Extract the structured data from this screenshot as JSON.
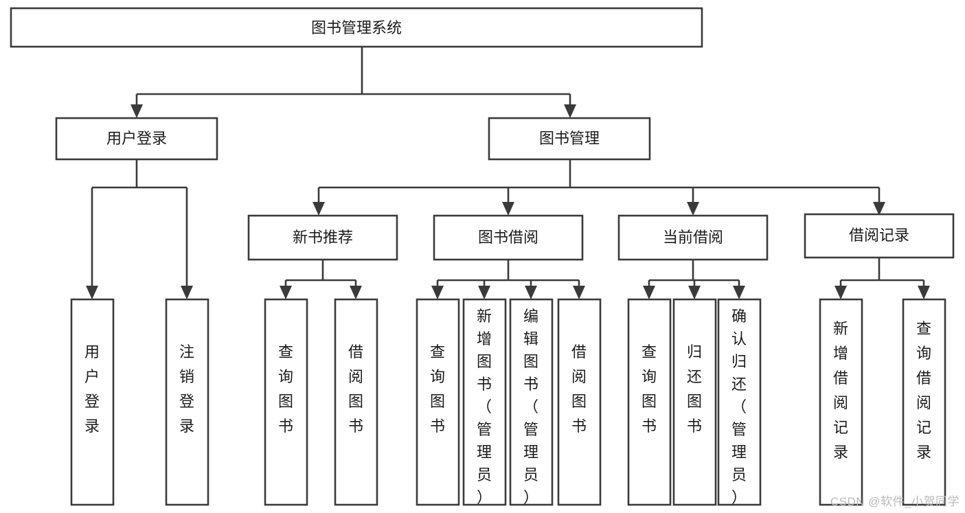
{
  "diagram": {
    "type": "tree-hierarchy",
    "title": "图书管理系统",
    "watermark": "CSDN @软件_小贺同学",
    "colors": {
      "stroke": "#3a3a3a",
      "fill": "#ffffff",
      "text": "#1b1b1b",
      "watermark": "#b9b9b9"
    },
    "levels": {
      "level1": [
        {
          "id": "root",
          "label": "图书管理系统"
        }
      ],
      "level2": [
        {
          "id": "user-login",
          "label": "用户登录",
          "parent": "root"
        },
        {
          "id": "book-manage",
          "label": "图书管理",
          "parent": "root"
        }
      ],
      "level3": [
        {
          "id": "new-book-rec",
          "label": "新书推荐",
          "parent": "book-manage"
        },
        {
          "id": "book-borrow",
          "label": "图书借阅",
          "parent": "book-manage"
        },
        {
          "id": "current-borrow",
          "label": "当前借阅",
          "parent": "book-manage"
        },
        {
          "id": "borrow-record",
          "label": "借阅记录",
          "parent": "book-manage"
        }
      ],
      "leaves": [
        {
          "id": "leaf-user-login",
          "label": "用户登录",
          "parent": "user-login"
        },
        {
          "id": "leaf-user-logout",
          "label": "注销登录",
          "parent": "user-login"
        },
        {
          "id": "leaf-query-book-1",
          "label": "查询图书",
          "parent": "new-book-rec"
        },
        {
          "id": "leaf-borrow-book-1",
          "label": "借阅图书",
          "parent": "new-book-rec"
        },
        {
          "id": "leaf-query-book-2",
          "label": "查询图书",
          "parent": "book-borrow"
        },
        {
          "id": "leaf-add-book",
          "label": "新增图书（管理员）",
          "parent": "book-borrow"
        },
        {
          "id": "leaf-edit-book",
          "label": "编辑图书（管理员）",
          "parent": "book-borrow"
        },
        {
          "id": "leaf-borrow-book-2",
          "label": "借阅图书",
          "parent": "book-borrow"
        },
        {
          "id": "leaf-query-book-3",
          "label": "查询图书",
          "parent": "current-borrow"
        },
        {
          "id": "leaf-return-book",
          "label": "归还图书",
          "parent": "current-borrow"
        },
        {
          "id": "leaf-confirm-return",
          "label": "确认归还（管理员）",
          "parent": "current-borrow"
        },
        {
          "id": "leaf-add-record",
          "label": "新增借阅记录",
          "parent": "borrow-record"
        },
        {
          "id": "leaf-query-record",
          "label": "查询借阅记录",
          "parent": "borrow-record"
        }
      ]
    }
  }
}
